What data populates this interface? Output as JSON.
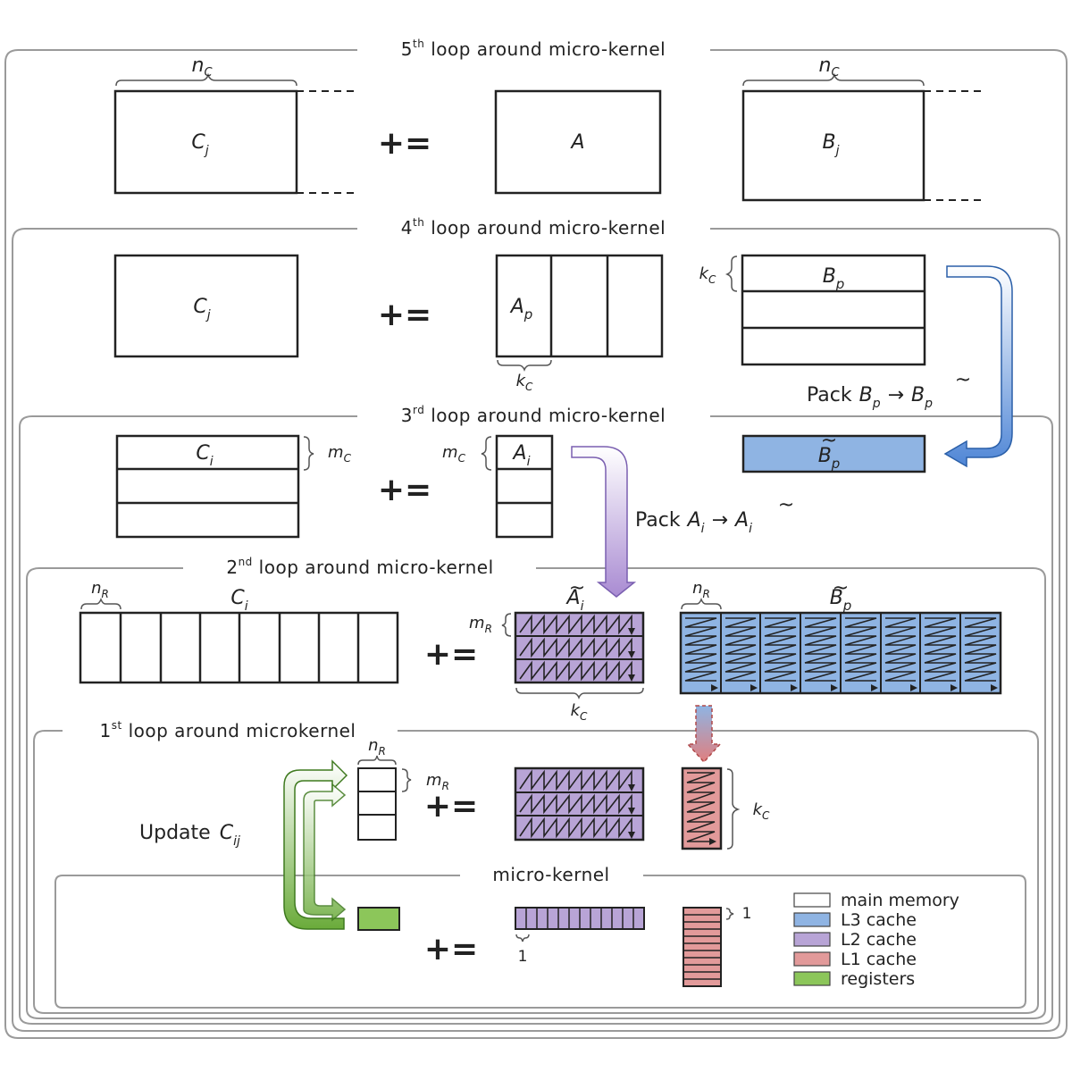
{
  "loops": {
    "fifth": {
      "prefix": "5",
      "sup": "th",
      "rest": " loop around micro-kernel"
    },
    "fourth": {
      "prefix": "4",
      "sup": "th",
      "rest": " loop around micro-kernel"
    },
    "third": {
      "prefix": "3",
      "sup": "rd",
      "rest": " loop around micro-kernel"
    },
    "second": {
      "prefix": "2",
      "sup": "nd",
      "rest": " loop around micro-kernel"
    },
    "first": {
      "prefix": "1",
      "sup": "st",
      "rest": " loop around microkernel"
    },
    "micro": {
      "label": "micro-kernel"
    }
  },
  "symbols": {
    "plus_eq": "+=",
    "C": "C",
    "A": "A",
    "B": "B",
    "j": "j",
    "i": "i",
    "p": "p",
    "ij": "ij",
    "n": "n",
    "m": "m",
    "k": "k",
    "sub_C": "C",
    "sub_R": "R",
    "tilde": "~",
    "arrow": "→",
    "one": "1"
  },
  "pack": {
    "pack_word": "Pack",
    "update_word": "Update"
  },
  "legend": [
    {
      "label": "main memory",
      "color": "#ffffff"
    },
    {
      "label": "L3 cache",
      "color": "#8fb4e3"
    },
    {
      "label": "L2 cache",
      "color": "#b8a4d6"
    },
    {
      "label": "L1 cache",
      "color": "#e29a9a"
    },
    {
      "label": "registers",
      "color": "#8cc65a"
    }
  ],
  "colors": {
    "l3": "#8fb4e3",
    "l2": "#b8a4d6",
    "l1": "#e29a9a",
    "reg": "#8cc65a",
    "frame": "#9a9a9a",
    "ink": "#222222"
  }
}
